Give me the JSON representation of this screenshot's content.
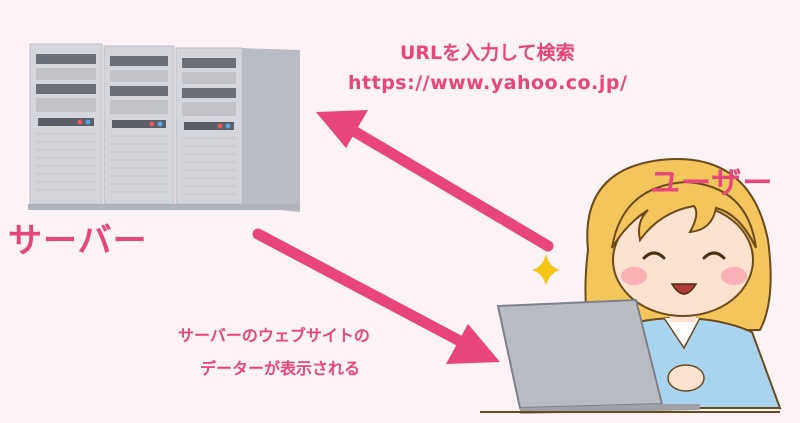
{
  "labels": {
    "server": "サーバー",
    "user": "ユーザー",
    "request_line1": "URLを入力して検索",
    "request_line2": "https://www.yahoo.co.jp/",
    "response_line1": "サーバーのウェブサイトの",
    "response_line2": "データーが表示される"
  },
  "colors": {
    "accent": "#e8457a",
    "background": "#fdf3f7",
    "server_body": "#d4d6db",
    "hair": "#f2c65a",
    "laptop": "#b9bcc2",
    "shirt": "#a8d4ef"
  },
  "icons": {
    "server": "server-rack-icon",
    "user": "woman-with-laptop-icon",
    "sparkle": "sparkle-icon"
  }
}
